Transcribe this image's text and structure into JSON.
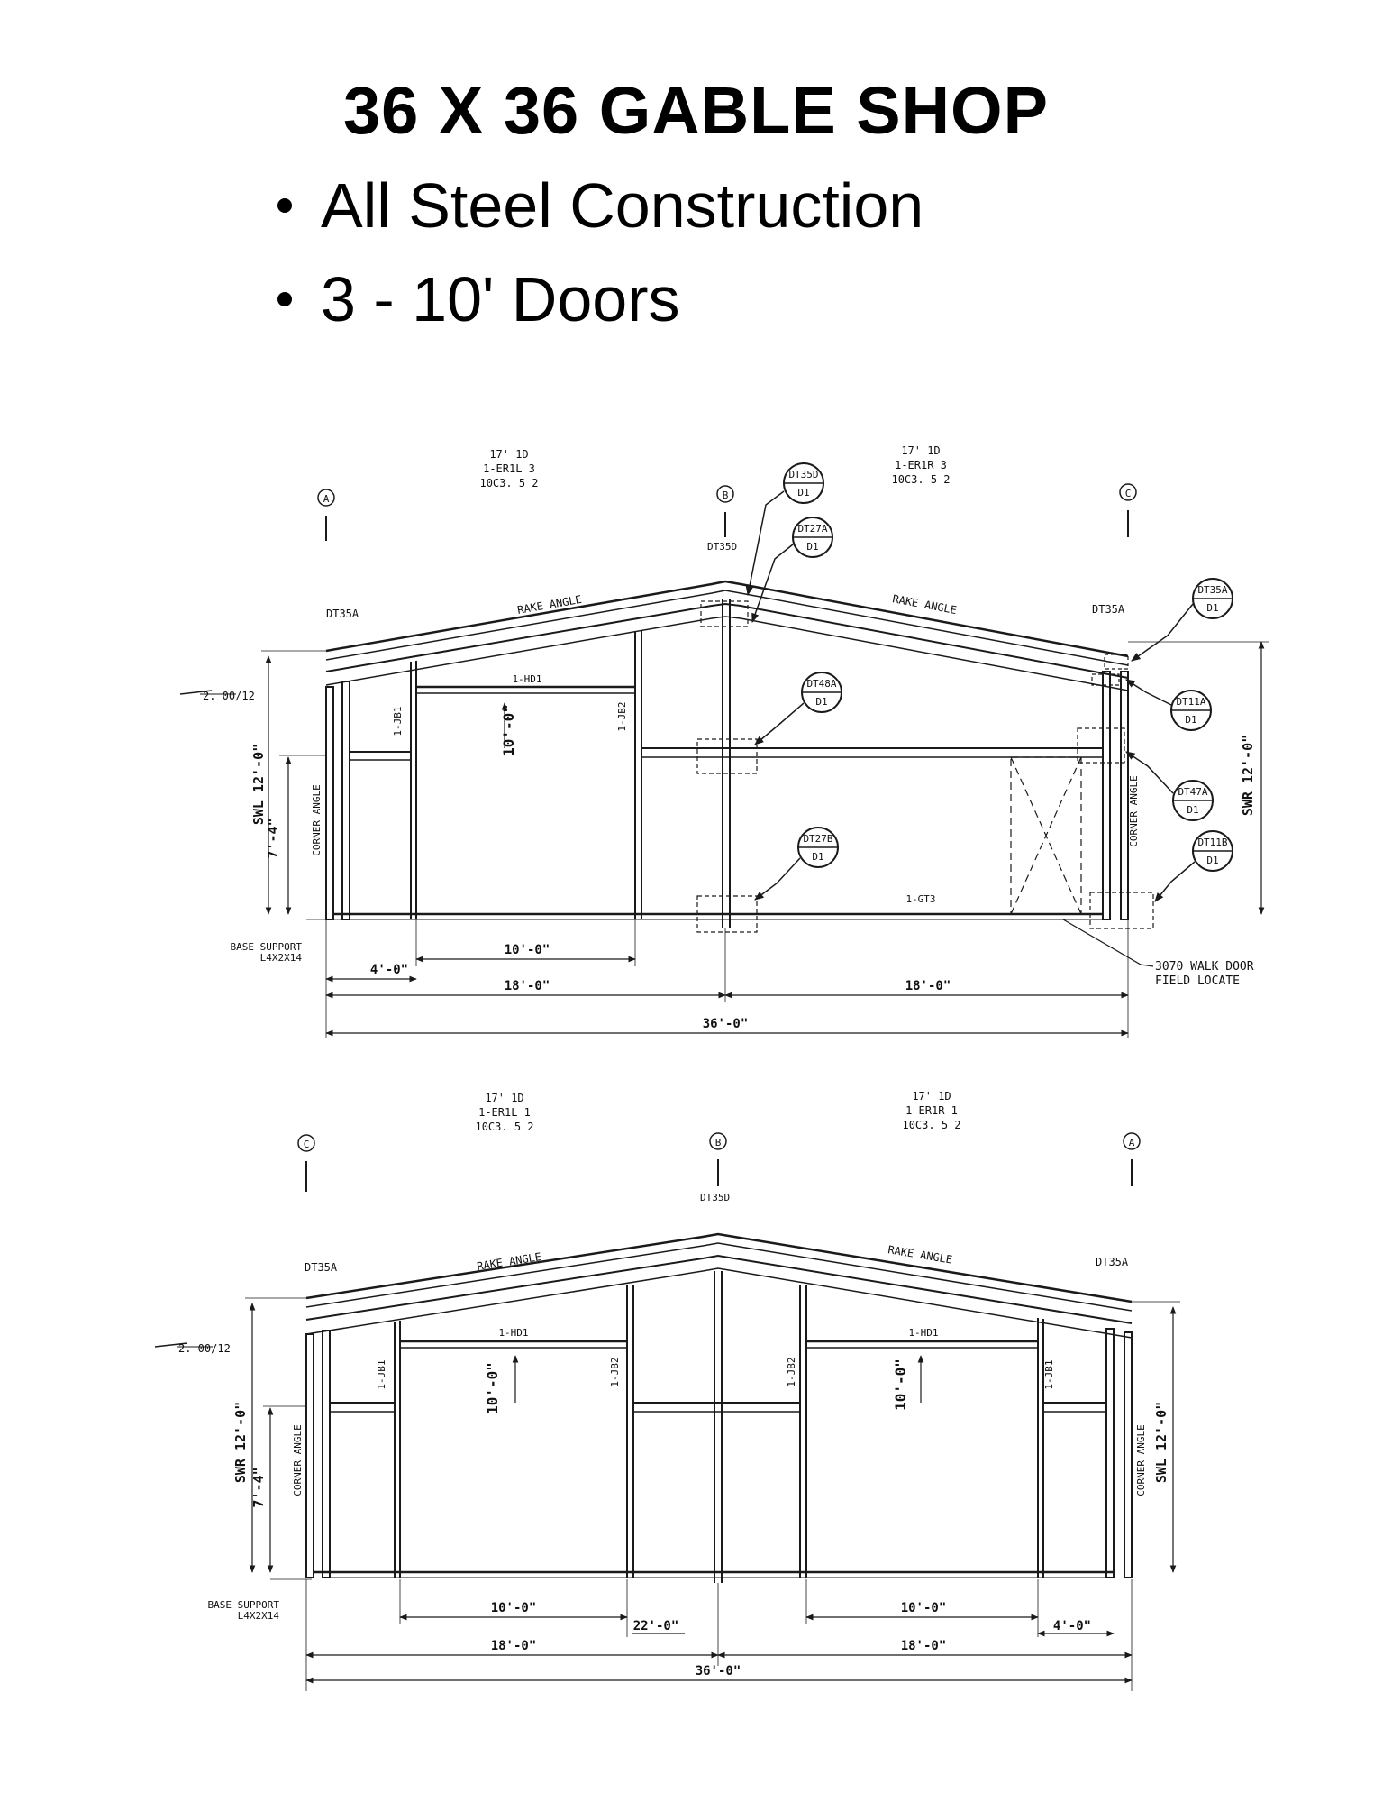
{
  "title": "36 X 36 GABLE SHOP",
  "bullets": [
    "All Steel Construction",
    "3 - 10' Doors"
  ],
  "elevation_top": {
    "grid_left": "A",
    "grid_mid": "B",
    "grid_right": "C",
    "rafter_left": [
      "17' 1D",
      "1-ER1L 3",
      "10C3. 5 2"
    ],
    "rafter_right": [
      "17' 1D",
      "1-ER1R 3",
      "10C3. 5 2"
    ],
    "rake_left": "RAKE ANGLE",
    "rake_right": "RAKE ANGLE",
    "dt35a_left": "DT35A",
    "dt35a_right": "DT35A",
    "dt35d": "DT35D",
    "pitch": "2. 00/12",
    "header": "1-HD1",
    "jamb1": "1-JB1",
    "jamb2": "1-JB2",
    "door_height": "10'-0\"",
    "swl": "SWL 12'-0\"",
    "swr": "SWR 12'-0\"",
    "girt_height": "7'-4\"",
    "corner_left": "CORNER ANGLE",
    "corner_right": "CORNER ANGLE",
    "base_support": [
      "BASE SUPPORT",
      "L4X2X14"
    ],
    "gt": "1-GT3",
    "walk_door": [
      "3070 WALK DOOR",
      "FIELD LOCATE"
    ],
    "dim_door": "10'-0\"",
    "dim_offset": "4'-0\"",
    "dim_half_left": "18'-0\"",
    "dim_half_right": "18'-0\"",
    "dim_total": "36'-0\"",
    "callouts": [
      {
        "code": "DT35D",
        "sheet": "D1"
      },
      {
        "code": "DT27A",
        "sheet": "D1"
      },
      {
        "code": "DT35A",
        "sheet": "D1"
      },
      {
        "code": "DT48A",
        "sheet": "D1"
      },
      {
        "code": "DT11A",
        "sheet": "D1"
      },
      {
        "code": "DT47A",
        "sheet": "D1"
      },
      {
        "code": "DT27B",
        "sheet": "D1"
      },
      {
        "code": "DT11B",
        "sheet": "D1"
      }
    ]
  },
  "elevation_bottom": {
    "grid_left": "C",
    "grid_mid": "B",
    "grid_right": "A",
    "rafter_left": [
      "17' 1D",
      "1-ER1L 1",
      "10C3. 5 2"
    ],
    "rafter_right": [
      "17' 1D",
      "1-ER1R 1",
      "10C3. 5 2"
    ],
    "rake_left": "RAKE ANGLE",
    "rake_right": "RAKE ANGLE",
    "dt35a_left": "DT35A",
    "dt35a_right": "DT35A",
    "dt35d": "DT35D",
    "pitch": "2. 00/12",
    "header_left": "1-HD1",
    "header_right": "1-HD1",
    "jamb_l1": "1-JB1",
    "jamb_l2": "1-JB2",
    "jamb_r2": "1-JB2",
    "jamb_r1": "1-JB1",
    "door_height_left": "10'-0\"",
    "door_height_right": "10'-0\"",
    "swr": "SWR 12'-0\"",
    "swl": "SWL 12'-0\"",
    "girt_height": "7'-4\"",
    "corner_left": "CORNER ANGLE",
    "corner_right": "CORNER ANGLE",
    "base_support": [
      "BASE SUPPORT",
      "L4X2X14"
    ],
    "dim_door_left": "10'-0\"",
    "dim_door_right": "10'-0\"",
    "dim_gap": "22'-0\"",
    "dim_offset": "4'-0\"",
    "dim_half_left": "18'-0\"",
    "dim_half_right": "18'-0\"",
    "dim_total": "36'-0\""
  }
}
